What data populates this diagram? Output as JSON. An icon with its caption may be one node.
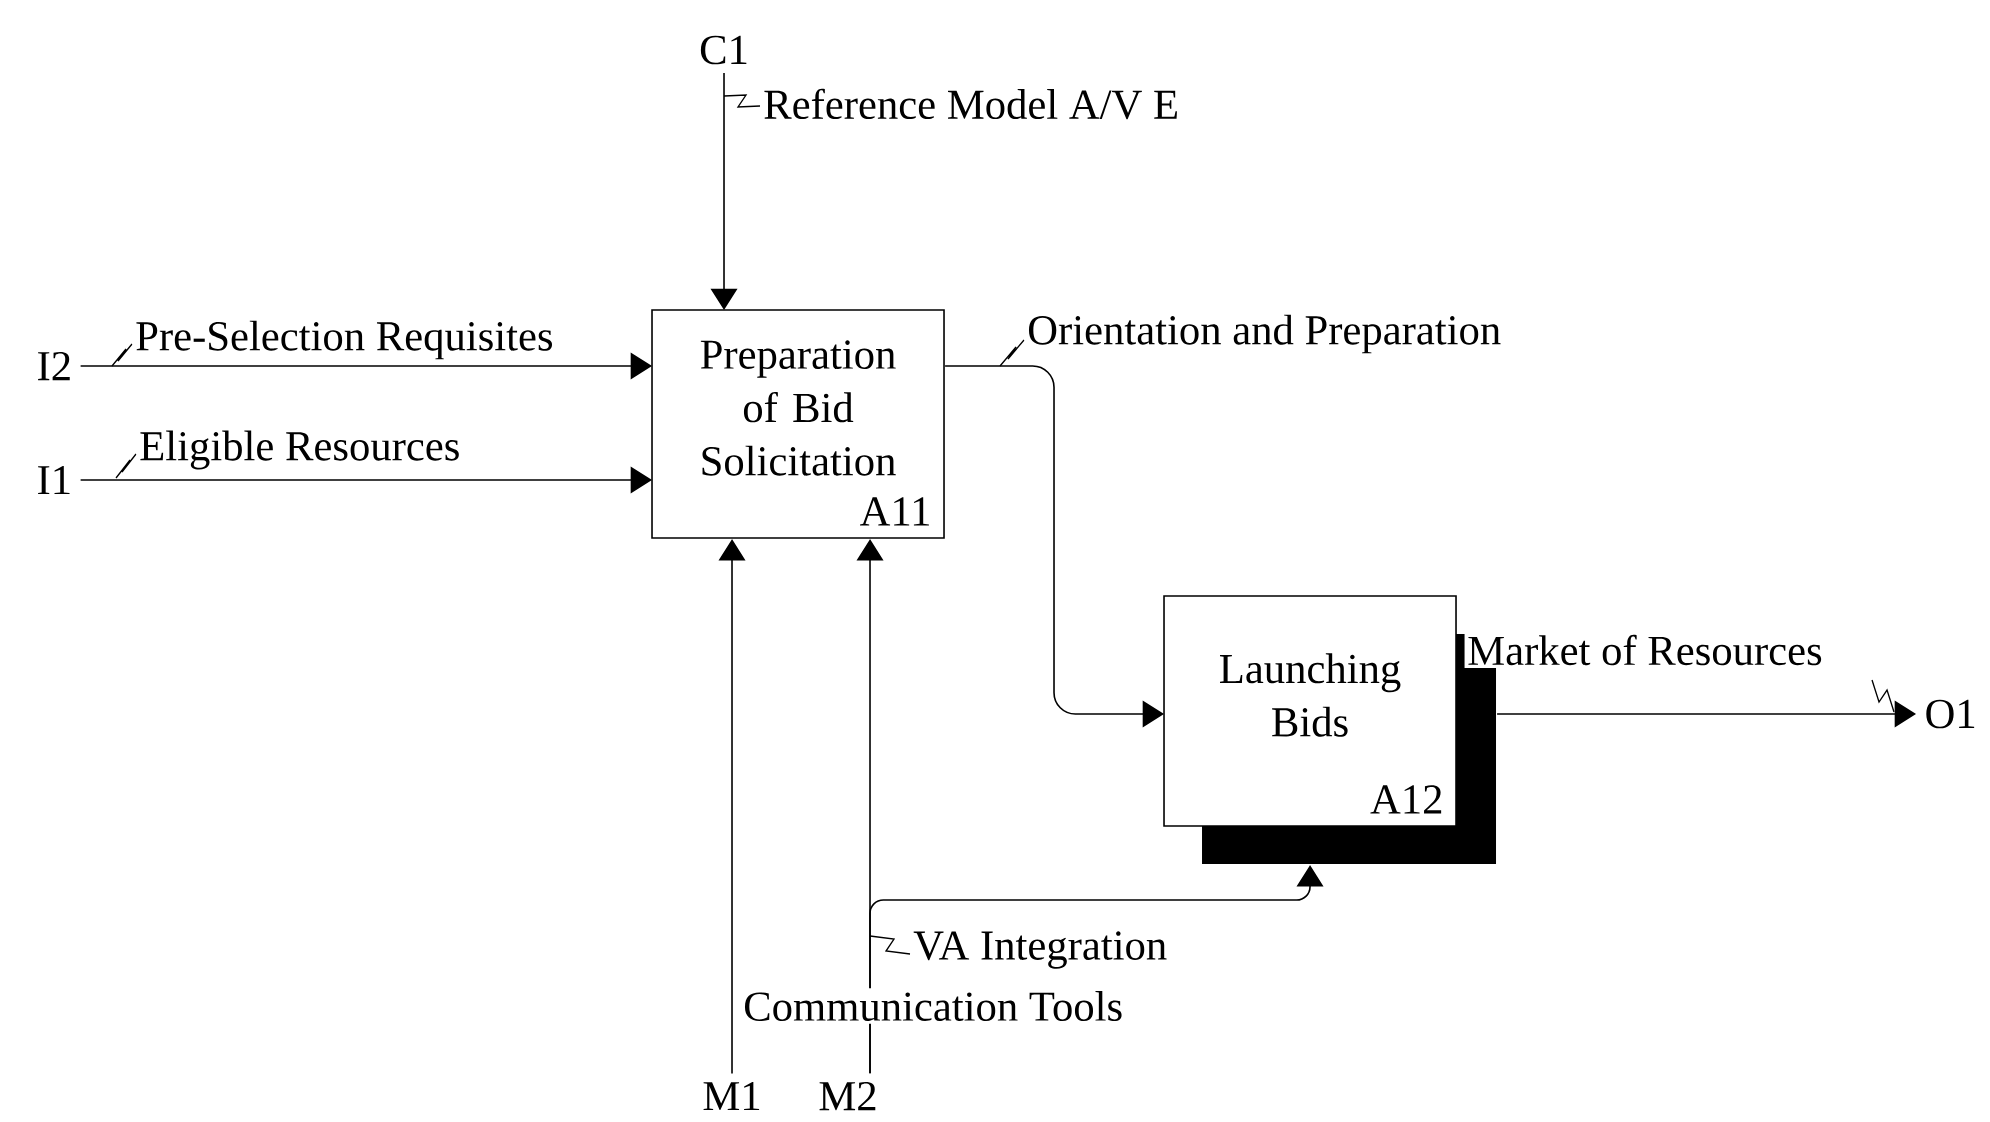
{
  "diagram": {
    "nodes": [
      {
        "text": [
          "C1"
        ]
      },
      {
        "text": [
          "I2"
        ]
      },
      {
        "text": [
          "I1"
        ]
      },
      {
        "text": [
          "Preparation of Bid Solicitation",
          "A11"
        ]
      },
      {
        "text": [
          "Launching Bids",
          "A12"
        ]
      },
      {
        "text": [
          "O1"
        ]
      },
      {
        "text": [
          "M1"
        ]
      },
      {
        "text": [
          "M2"
        ]
      }
    ],
    "edges": [
      {
        "from": 0,
        "to": 3,
        "arrow": "to",
        "label": "Reference Model A/V E"
      },
      {
        "from": 1,
        "to": 3,
        "arrow": "to",
        "label": "Pre-Selection Requisites"
      },
      {
        "from": 2,
        "to": 3,
        "arrow": "to",
        "label": "Eligible Resources"
      },
      {
        "from": 3,
        "to": 4,
        "arrow": "to",
        "label": "Orientation and Preparation"
      },
      {
        "from": 4,
        "to": 5,
        "arrow": "to",
        "label": "Market of Resources"
      },
      {
        "from": 6,
        "to": 3,
        "arrow": "to",
        "label": "Communication Tools"
      },
      {
        "from": 7,
        "to": 3,
        "arrow": "to",
        "label": "VA Integration"
      },
      {
        "from": 7,
        "to": 4,
        "arrow": "to"
      }
    ]
  }
}
